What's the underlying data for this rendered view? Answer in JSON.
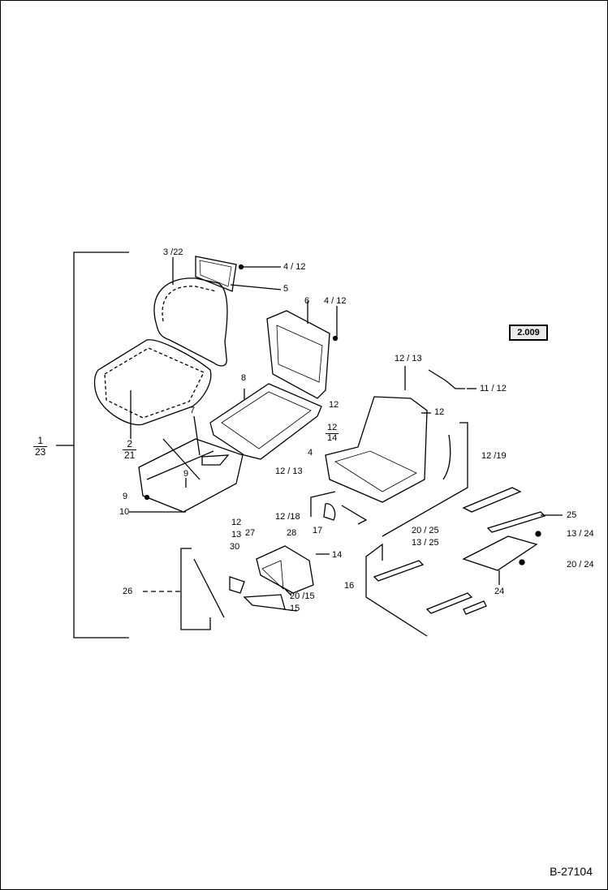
{
  "reference_box": "2.009",
  "document_id": "B-27104",
  "assembly_label": {
    "numerator": "1",
    "denominator": "23"
  },
  "seat_label": {
    "numerator": "2",
    "denominator": "21"
  },
  "callouts": {
    "c3_22": "3 /22",
    "c4_12_top": "4  / 12",
    "c5": "5",
    "c6": "6",
    "c4_12_right": "4  / 12",
    "c8": "8",
    "c7": "7",
    "c9_a": "9",
    "c9_b": "9",
    "c10": "10",
    "c12_13_top": "12 / 13",
    "c11_12": "11 / 12",
    "c12_a": "12",
    "c12_b": "12",
    "c12_frac_num": "12",
    "c12_frac_den": "14",
    "c4_mid": "4",
    "c12_13_mid": "12 / 13",
    "c12_19": "12 /19",
    "c12_18": "12 /18",
    "c17": "17",
    "c20_25": "20 / 25",
    "c25": "25",
    "c13_25": "13 / 25",
    "c13_24": "13 / 24",
    "c20_24": "20 / 24",
    "c24": "24",
    "c12_c": "12",
    "c13_d": "13",
    "c27": "27",
    "c28": "28",
    "c30": "30",
    "c14": "14",
    "c26": "26",
    "c20_15": "20 /15",
    "c15": "15",
    "c16": "16"
  }
}
